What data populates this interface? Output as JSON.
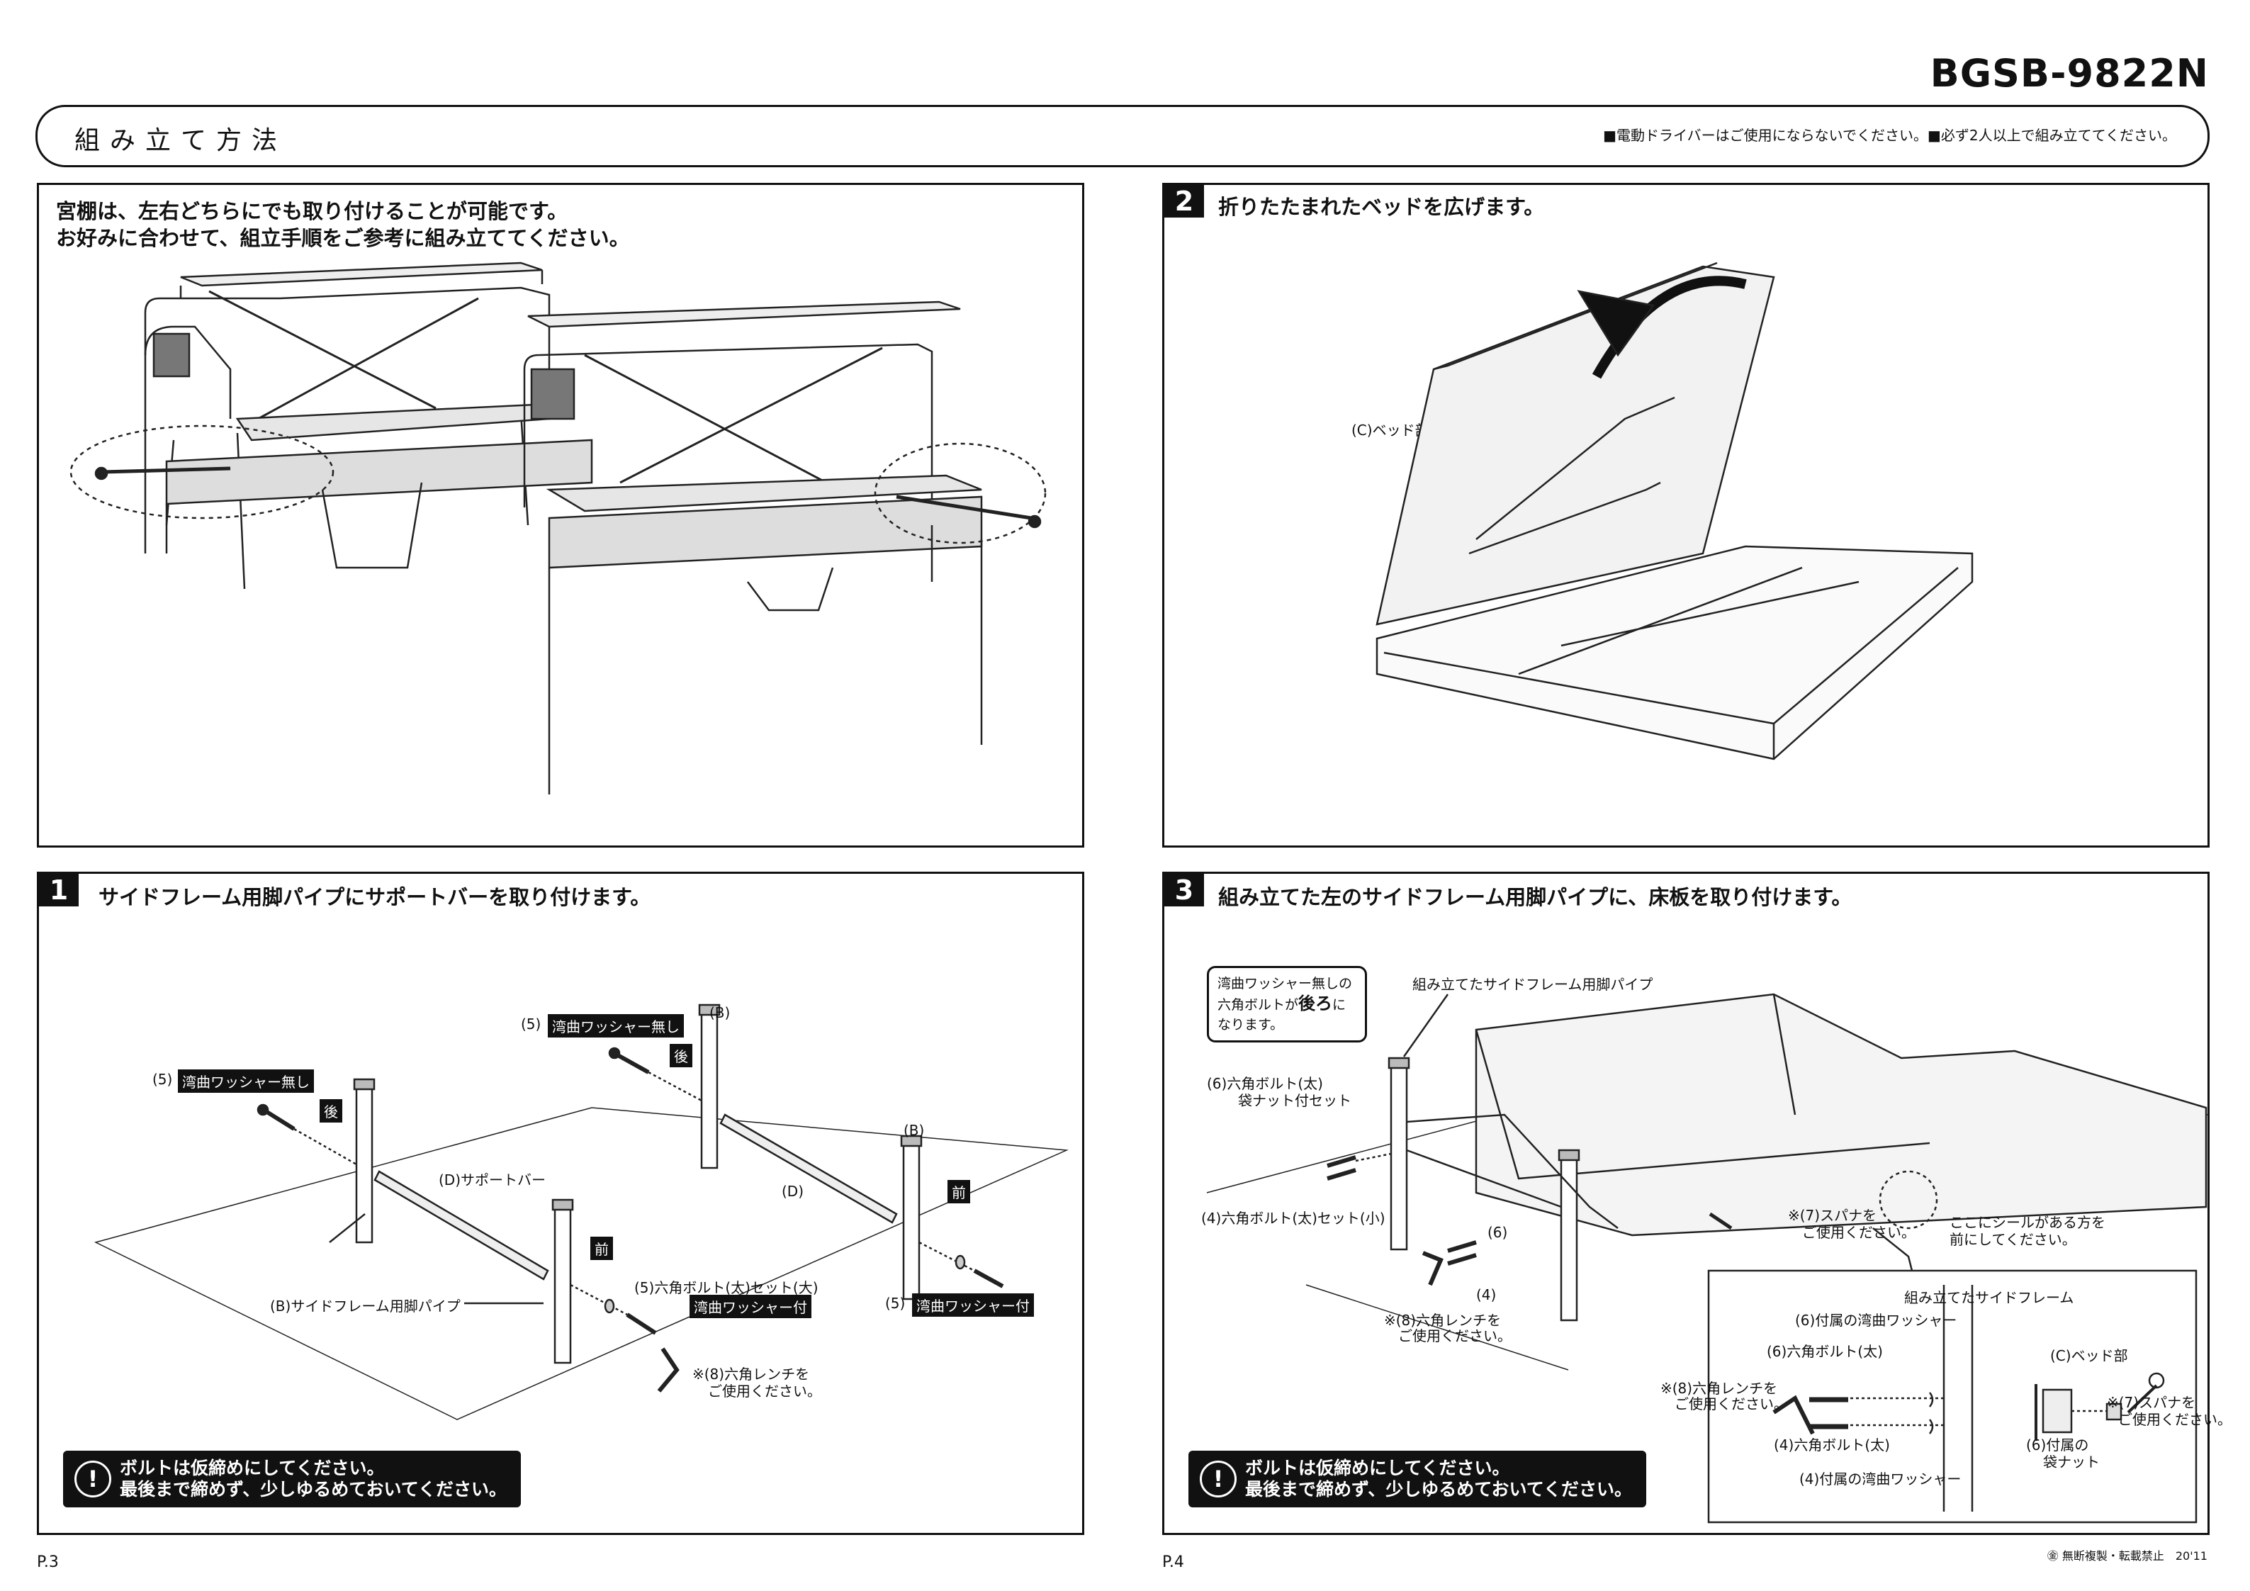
{
  "header": {
    "model": "BGSB-9822N",
    "title": "組み立て方法",
    "warning": "■電動ドライバーはご使用にならないでください。■必ず2人以上で組み立ててください。"
  },
  "intro": {
    "line1": "宮棚は、左右どちらにでも取り付けることが可能です。",
    "line2": "お好みに合わせて、組立手順をご参考に組み立ててください。"
  },
  "step1": {
    "number": "1",
    "title": "サイドフレーム用脚パイプにサポートバーを取り付けます。",
    "labels": {
      "washer_none_prefix": "(5)",
      "washer_none": "湾曲ワッシャー無し",
      "back": "後",
      "b": "(B)",
      "d": "(D)",
      "support_bar": "(D)サポートバー",
      "front": "前",
      "leg_pipe": "(B)サイドフレーム用脚パイプ",
      "bolt_set": "(5)六角ボルト(太)セット(大)",
      "washer_with": "湾曲ワッシャー付",
      "wrench": "※(8)六角レンチを",
      "wrench2": "ご使用ください。"
    },
    "warn1": "ボルトは仮締めにしてください。",
    "warn2": "最後まで締めず、少しゆるめておいてください。"
  },
  "step2": {
    "number": "2",
    "title": "折りたたまれたベッドを広げます。",
    "bed_label": "(C)ベッド部"
  },
  "step3": {
    "number": "3",
    "title": "組み立てた左のサイドフレーム用脚パイプに、床板を取り付けます。",
    "callout1": "湾曲ワッシャー無しの",
    "callout2": "六角ボルトが",
    "callout_bold": "後ろ",
    "callout3": "に",
    "callout4": "なります。",
    "assembled_leg": "組み立てたサイドフレーム用脚パイプ",
    "bolt_set_nut": "(6)六角ボルト(太)",
    "bolt_set_nut2": "袋ナット付セット",
    "bolt_set_small": "(4)六角ボルト(太)セット(小)",
    "six": "(6)",
    "four": "(4)",
    "wrench": "※(8)六角レンチを",
    "wrench2": "ご使用ください。",
    "spanner": "※(7)スパナを",
    "spanner2": "ご使用ください。",
    "seal": "ここにシールがある方を",
    "seal2": "前にしてください。",
    "detail_title": "組み立てたサイドフレーム",
    "d_washer6": "(6)付属の湾曲ワッシャー",
    "d_bolt6": "(6)六角ボルト(太)",
    "d_wrench": "※(8)六角レンチを",
    "d_wrench2": "ご使用ください。",
    "d_bolt4": "(4)六角ボルト(太)",
    "d_washer4": "(4)付属の湾曲ワッシャー",
    "d_bed": "(C)ベッド部",
    "d_spanner": "※(7)スパナを",
    "d_spanner2": "ご使用ください。",
    "d_nut": "(6)付属の",
    "d_nut2": "袋ナット",
    "warn1": "ボルトは仮締めにしてください。",
    "warn2": "最後まで締めず、少しゆるめておいてください。"
  },
  "footer": {
    "page_left": "P.3",
    "page_right": "P.4",
    "copyright": "㊎ 無断複製・転載禁止　20'11"
  }
}
